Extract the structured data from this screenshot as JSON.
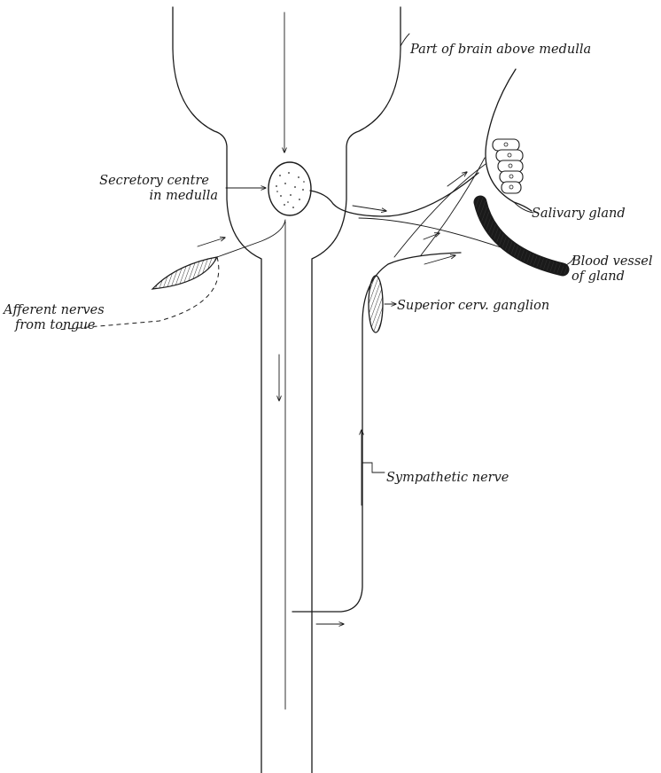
{
  "labels": {
    "brain": "Part of brain above medulla",
    "secretory_line1": "Secretory centre",
    "secretory_line2": "in medulla",
    "salivary": "Salivary gland",
    "blood_line1": "Blood vessel",
    "blood_line2": "of gland",
    "afferent_line1": "Afferent nerves",
    "afferent_line2": "from tongue",
    "ganglion": "Superior cerv. ganglion",
    "sympathetic": "Sympathetic nerve"
  }
}
